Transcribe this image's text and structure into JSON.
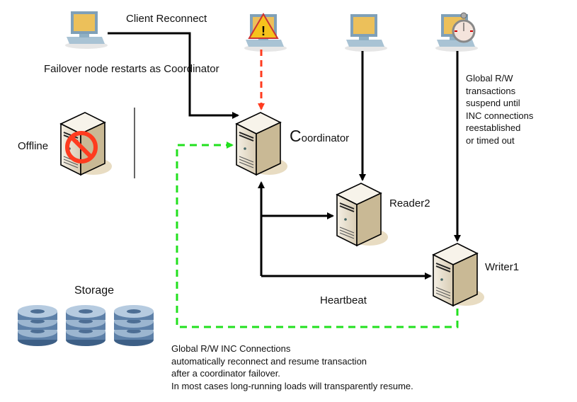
{
  "labels": {
    "client_reconnect": "Client Reconnect",
    "failover_note": "Failover node restarts as Coordinator",
    "offline": "Offline",
    "coordinator_initial": "C",
    "coordinator_rest": "oordinator",
    "reader2": "Reader2",
    "writer1": "Writer1",
    "heartbeat": "Heartbeat",
    "storage": "Storage",
    "suspend_note": [
      "Global R/W",
      "transactions",
      "suspend until",
      "INC connections",
      "reestablished",
      "or timed out"
    ],
    "bottom_note": [
      "Global R/W INC Connections",
      "automatically reconnect and resume transaction",
      "after a coordinator failover.",
      "In most cases long-running loads will transparently resume."
    ]
  },
  "colors": {
    "connection_line": "#000000",
    "failure_line": "#ff3b1f",
    "inc_connection_line": "#22e01e",
    "offline_sign": "#ff3b1f"
  }
}
